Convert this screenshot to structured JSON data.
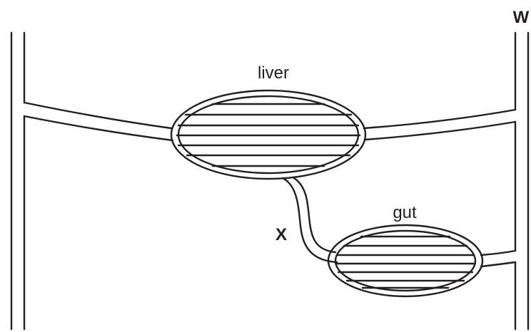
{
  "labels": {
    "liver": "liver",
    "gut": "gut",
    "vessel_x": "X",
    "vessel_w": "W"
  },
  "colors": {
    "ink": "#231f20",
    "background": "#ffffff"
  }
}
